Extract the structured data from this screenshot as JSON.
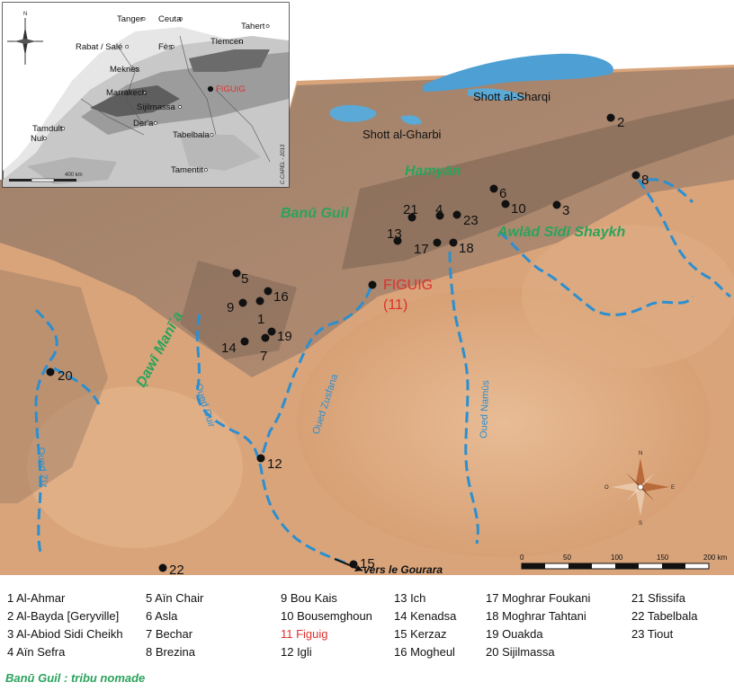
{
  "colors": {
    "desert": "#d9a47a",
    "desert_light": "#e8bb94",
    "mountain": "#8a6f5a",
    "river": "#2b8fd0",
    "tribe": "#2aa35b",
    "highlight": "#e0302b",
    "salt_lake": "#5aa9d6"
  },
  "inset": {
    "places": [
      "Tanger",
      "Ceuta",
      "Rabat / Salé",
      "Fès",
      "Meknès",
      "Tlemcen",
      "Tahert",
      "Marrakech",
      "Sijilmassa",
      "FIGUIG",
      "Der'a",
      "Tamdult",
      "Nul",
      "Tabelbala",
      "Tamentit"
    ],
    "scale_label": "400 km",
    "credit": "C.CAPEL - 2013",
    "north": "N"
  },
  "lakes": [
    "Shott al-Sharqi",
    "Shott al-Gharbi"
  ],
  "tribes": [
    "Ḥamyān",
    "Banū Guil",
    "Awlād Sīdī Shaykh",
    "Ḍawī Manīʿa"
  ],
  "rivers": [
    "Oued Guir",
    "Oued Zusfana",
    "Oued Namūs",
    "Oued Zīz"
  ],
  "sites": [
    {
      "num": "1"
    },
    {
      "num": "2"
    },
    {
      "num": "3"
    },
    {
      "num": "4"
    },
    {
      "num": "5"
    },
    {
      "num": "6"
    },
    {
      "num": "7"
    },
    {
      "num": "8"
    },
    {
      "num": "9"
    },
    {
      "num": "10"
    },
    {
      "num": "12"
    },
    {
      "num": "13"
    },
    {
      "num": "14"
    },
    {
      "num": "15"
    },
    {
      "num": "16"
    },
    {
      "num": "17"
    },
    {
      "num": "18"
    },
    {
      "num": "19"
    },
    {
      "num": "20"
    },
    {
      "num": "21"
    },
    {
      "num": "22"
    },
    {
      "num": "23"
    }
  ],
  "figuig": {
    "name": "FIGUIG",
    "num": "(11)"
  },
  "gourara": "vers le Gourara",
  "scale": {
    "ticks": [
      "0",
      "50",
      "100",
      "150",
      "200 km"
    ]
  },
  "compass": {
    "n": "N",
    "s": "S",
    "e": "E",
    "o": "O"
  },
  "legend": {
    "col1": [
      "1 Al-Ahmar",
      "2 Al-Bayda    [Geryville]",
      "3 Al-Abiod Sidi Cheikh",
      "4 Aïn Sefra"
    ],
    "col2": [
      "5 Aïn Chair",
      "6 Asla",
      "7 Bechar",
      "8 Brezina"
    ],
    "col3": [
      "9 Bou Kais",
      "10 Bousemghoun",
      "11 Figuig",
      "12 Igli"
    ],
    "col4": [
      "13 Ich",
      "14 Kenadsa",
      "15 Kerzaz",
      "16 Mogheul"
    ],
    "col5": [
      "17 Moghrar Foukani",
      "18 Moghrar Tahtani",
      "19 Ouakda",
      "20 Sijilmassa"
    ],
    "col6": [
      "21 Sfissifa",
      "22 Tabelbala",
      "23 Tiout"
    ],
    "note": "Banū Guil : tribu nomade"
  }
}
